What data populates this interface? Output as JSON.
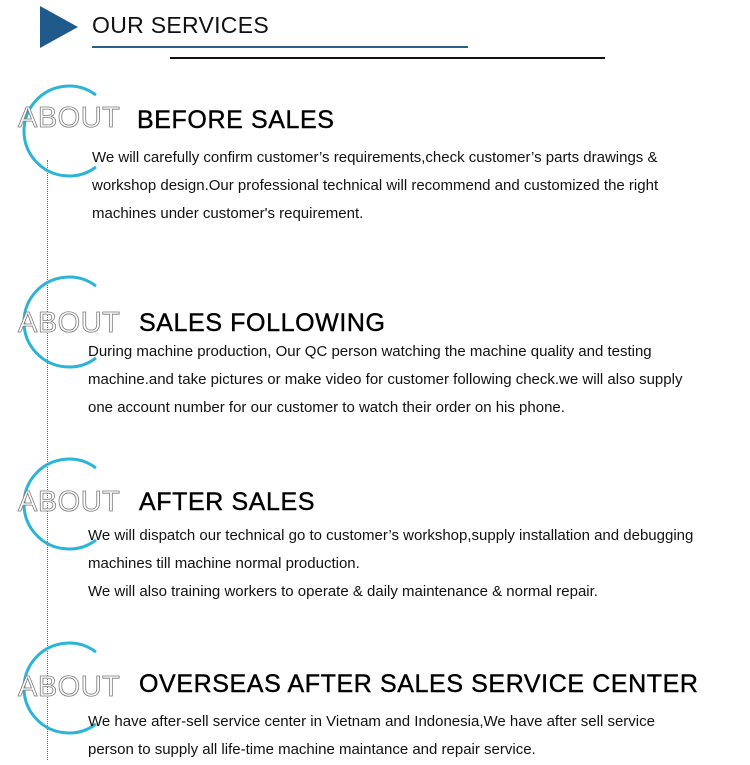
{
  "header": {
    "title": "OUR SERVICES",
    "accent_color": "#1f5a8a"
  },
  "ring_color": "#2bb4d6",
  "sections": [
    {
      "badge": "ABOUT",
      "title": "BEFORE SALES",
      "body": "We will carefully confirm customer’s requirements,check customer’s parts drawings &\nworkshop design.Our professional technical will recommend and customized the right\nmachines under customer's requirement."
    },
    {
      "badge": "ABOUT",
      "title": "SALES FOLLOWING",
      "body": "During machine production, Our QC person watching the machine quality and testing\nmachine.and take pictures or make video for customer following check.we will also supply\none account number for our customer to watch their order on his phone."
    },
    {
      "badge": "ABOUT",
      "title": "AFTER SALES",
      "body": "We will dispatch our technical go to customer’s workshop,supply installation and debugging\nmachines till machine normal production.\nWe will also training workers to operate & daily maintenance & normal repair."
    },
    {
      "badge": "ABOUT",
      "title": "OVERSEAS AFTER SALES SERVICE CENTER",
      "body": "We have after-sell service center in Vietnam and Indonesia,We have after sell service\nperson to supply all life-time machine maintance and repair service."
    }
  ]
}
